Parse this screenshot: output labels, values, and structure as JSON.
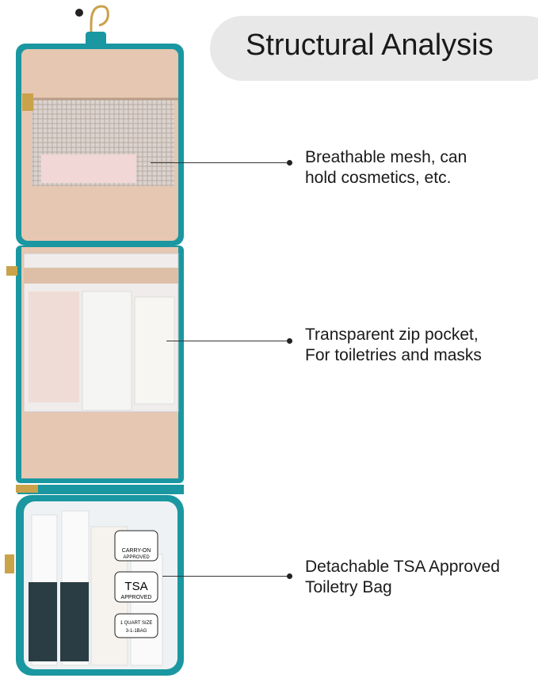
{
  "title": "Structural Analysis",
  "colors": {
    "bag_trim": "#1a97a0",
    "lining": "#e6c7b2",
    "title_background": "#e8e8e8"
  },
  "callouts": [
    {
      "line1": "Breathable mesh, can",
      "line2": "hold cosmetics, etc."
    },
    {
      "line1": "Transparent zip pocket,",
      "line2": "For toiletries and masks"
    },
    {
      "line1": "Detachable TSA Approved",
      "line2": "Toiletry Bag"
    }
  ],
  "bag_labels": {
    "carry_on": "CARRY-ON",
    "approved": "APPROVED",
    "tsa": "TSA",
    "quart": "1 QUART SIZE",
    "rule": "3-1-1BAG"
  }
}
